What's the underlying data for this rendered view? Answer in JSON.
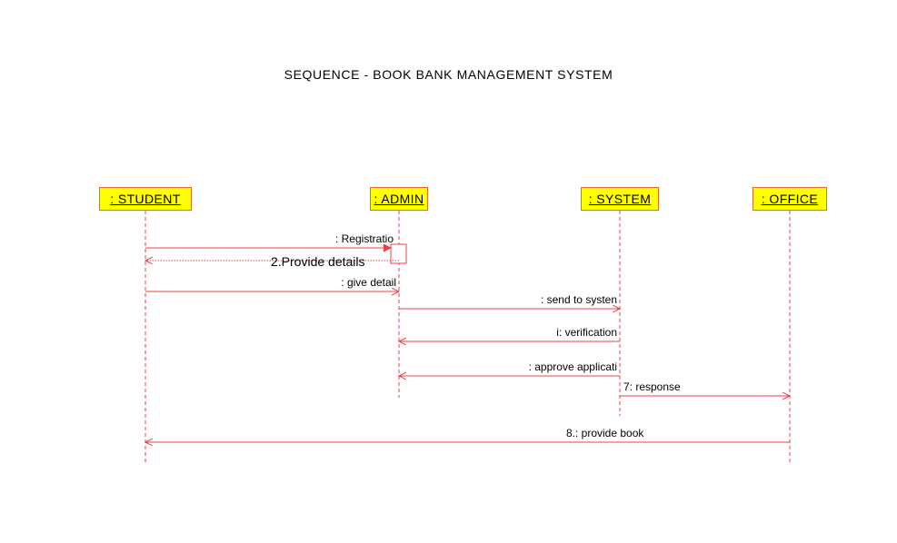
{
  "title": "SEQUENCE - BOOK BANK MANAGEMENT SYSTEM",
  "colors": {
    "line": "#e8414b",
    "box_fill": "#ffff00",
    "box_border": "#e06a2a"
  },
  "lifelines": [
    {
      "id": "student",
      "label": ": STUDENT"
    },
    {
      "id": "admin",
      "label": ": ADMIN"
    },
    {
      "id": "system",
      "label": ": SYSTEM"
    },
    {
      "id": "office",
      "label": ": OFFICE"
    }
  ],
  "messages": [
    {
      "from": "student",
      "to": "admin",
      "label": ": Registratio",
      "style": "solid"
    },
    {
      "from": "admin",
      "to": "student",
      "label": "2.Provide details",
      "style": "dotted"
    },
    {
      "from": "student",
      "to": "admin",
      "label": ": give detail",
      "style": "solid"
    },
    {
      "from": "admin",
      "to": "system",
      "label": ": send to systen",
      "style": "solid"
    },
    {
      "from": "system",
      "to": "admin",
      "label": "i: verification",
      "style": "solid"
    },
    {
      "from": "system",
      "to": "admin",
      "label": ": approve applicati",
      "style": "solid"
    },
    {
      "from": "system",
      "to": "office",
      "label": "7: response",
      "style": "solid"
    },
    {
      "from": "office",
      "to": "student",
      "label": "8.: provide book",
      "style": "solid"
    }
  ]
}
